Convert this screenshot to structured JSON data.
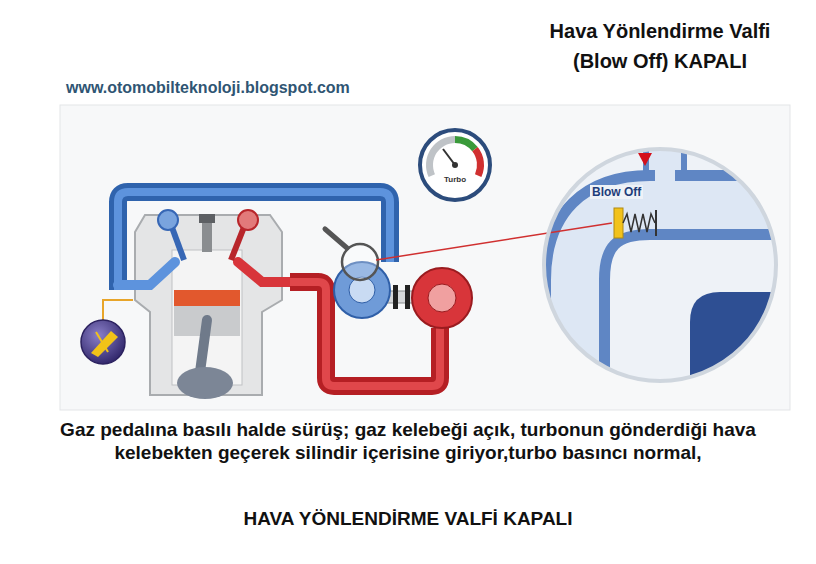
{
  "diagram": {
    "title": "Hava Yönlendirme Valfi (Blow Off) KAPALI",
    "caption": "Gaz pedalına basılı halde sürüş; gaz kelebeği açık, turbonun gönderdiği hava kelebekten geçerek silindir içerisine giriyor,turbo basıncı normal,",
    "nodes": [
      {
        "text": [
          "Turbo"
        ]
      },
      {
        "text": [
          "Blow Off"
        ]
      }
    ],
    "labels": [
      "www.otomobilteknoloji.blogspot.com",
      "HAVA YÖNLENDİRME VALFİ KAPALI"
    ]
  }
}
